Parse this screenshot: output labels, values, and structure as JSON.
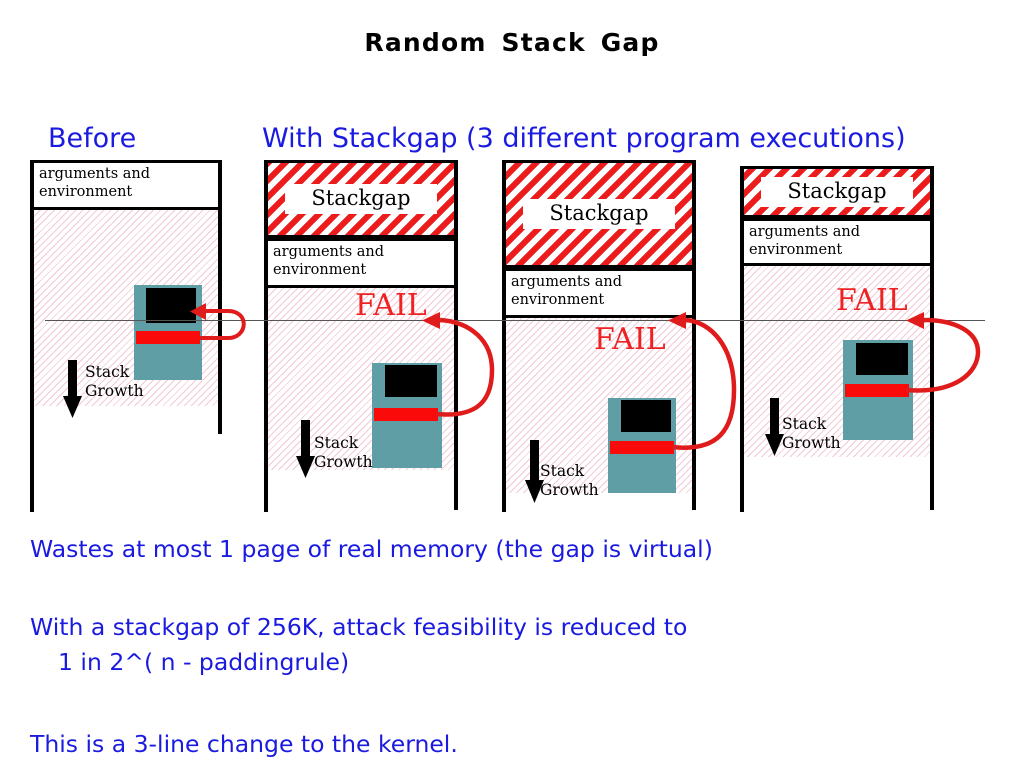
{
  "slide": {
    "title": "Random Stack Gap",
    "headings": {
      "before": "Before",
      "with_stackgap": "With Stackgap  (3 different program executions)"
    },
    "labels": {
      "arguments_environment": "arguments and\nenvironment",
      "stackgap": "Stackgap",
      "fail": "FAIL",
      "stack_growth": "Stack\nGrowth"
    },
    "columns": [
      {
        "name": "before",
        "has_stackgap": false,
        "has_fail": false,
        "args_label": "arguments and\nenvironment",
        "growth_label": "Stack\nGrowth"
      },
      {
        "name": "execution-1",
        "has_stackgap": true,
        "stackgap_label": "Stackgap",
        "has_fail": true,
        "fail_label": "FAIL",
        "args_label": "arguments and\nenvironment",
        "growth_label": "Stack\nGrowth"
      },
      {
        "name": "execution-2",
        "has_stackgap": true,
        "stackgap_label": "Stackgap",
        "has_fail": true,
        "fail_label": "FAIL",
        "args_label": "arguments and\nenvironment",
        "growth_label": "Stack\nGrowth"
      },
      {
        "name": "execution-3",
        "has_stackgap": true,
        "stackgap_label": "Stackgap",
        "has_fail": true,
        "fail_label": "FAIL",
        "args_label": "arguments and\nenvironment",
        "growth_label": "Stack\nGrowth"
      }
    ],
    "bullets": [
      "Wastes at most 1 page of real memory (the gap is virtual)",
      "With a stackgap of 256K, attack feasibility is reduced to",
      "1 in 2^( n - paddingrule)",
      "This is a 3-line change to the kernel."
    ],
    "colors": {
      "heading_blue": "#1a1ae0",
      "fail_red": "#ee2222",
      "stackgap_hatch_red": "#ec1c1c",
      "stack_pink_hatch": "#f2c9d6",
      "teal_block": "#5f9ea4",
      "red_bar": "#fb0a0a",
      "frame_black": "#000000",
      "arrow_red": "#e01b1b",
      "title_black": "#000000"
    }
  }
}
